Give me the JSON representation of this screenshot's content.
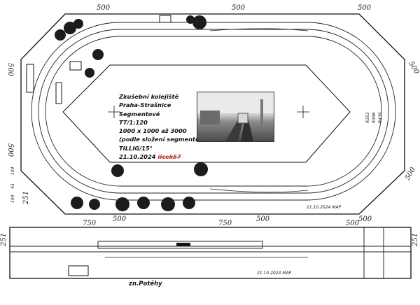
{
  "info_block": {
    "line1": "Zkušební kolejiště",
    "line2": "Praha-Strašnice",
    "line3": "Segmentové",
    "line4": "TT/1:120",
    "line5": "1000 x 1000 až 3000",
    "line6": "(podle složení segmentů",
    "line7": "TILLIG/15°",
    "date": "21.10.2024",
    "struck_text": "ilcek57"
  },
  "caption": "zn.Potěhy",
  "dimensions": {
    "top_left": "500",
    "top_mid": "500",
    "top_right": "500",
    "bottom_left": "500",
    "bottom_mid": "500",
    "bottom_right": "500",
    "left_upper": "500",
    "left_lower": "500",
    "right_upper": "500",
    "right_lower": "500",
    "strip_left": "750",
    "strip_mid": "750",
    "strip_right": "500",
    "strip_height_left": "251",
    "strip_height_right": "251",
    "left_stack": [
      "104",
      "43",
      "104",
      "251"
    ]
  },
  "radii": {
    "r1": "R353",
    "r2": "R396",
    "r3": "R439"
  },
  "signatures": {
    "upper": "21.10.2024 MAP",
    "lower": "21.10.2024 MAP"
  },
  "colors": {
    "ink": "#111111",
    "strike_red": "#c0392b"
  }
}
